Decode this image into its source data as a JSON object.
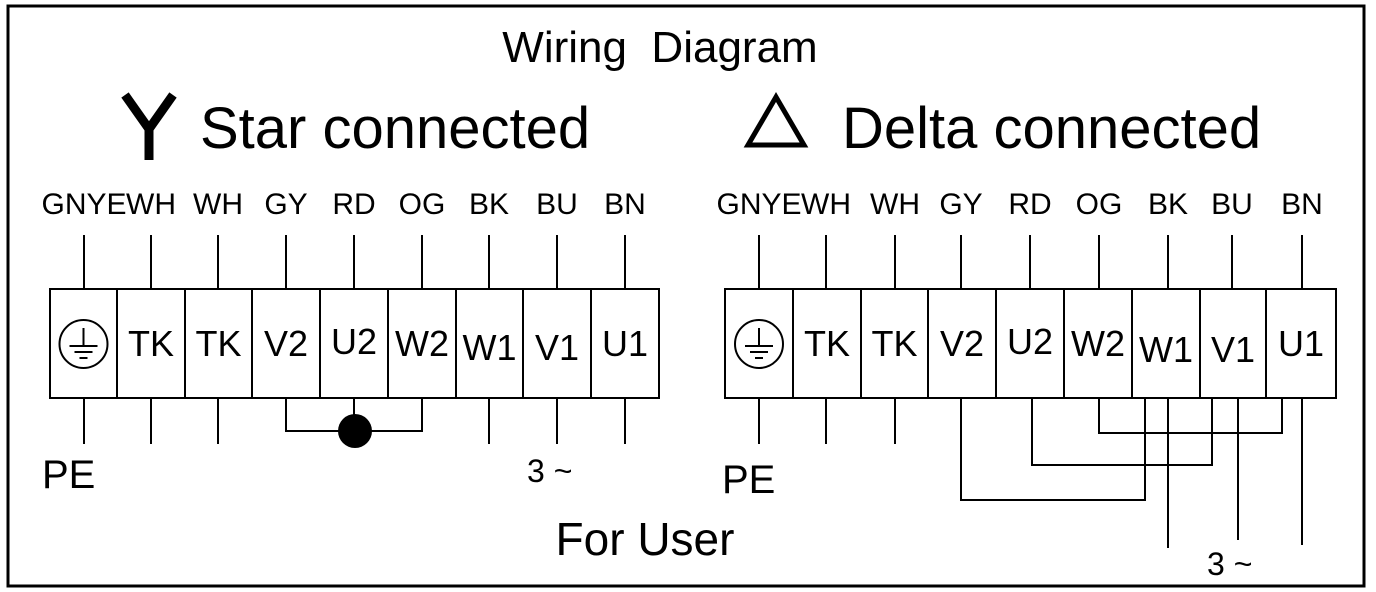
{
  "title": "Wiring  Diagram",
  "footer": "For User",
  "star": {
    "symbol": "Y",
    "heading": "Star connected",
    "wire_labels": [
      "GNYE",
      "WH",
      "WH",
      "GY",
      "RD",
      "OG",
      "BK",
      "BU",
      "BN"
    ],
    "terminals": [
      "ground-symbol",
      "TK",
      "TK",
      "V2",
      "U2",
      "W2",
      "W1",
      "V1",
      "U1"
    ],
    "pe_label": "PE",
    "supply_label": "3 ~"
  },
  "delta": {
    "symbol": "triangle",
    "heading": "Delta connected",
    "wire_labels": [
      "GNYE",
      "WH",
      "WH",
      "GY",
      "RD",
      "OG",
      "BK",
      "BU",
      "BN"
    ],
    "terminals": [
      "ground-symbol",
      "TK",
      "TK",
      "V2",
      "U2",
      "W2",
      "W1",
      "V1",
      "U1"
    ],
    "pe_label": "PE",
    "supply_label": "3 ~"
  }
}
